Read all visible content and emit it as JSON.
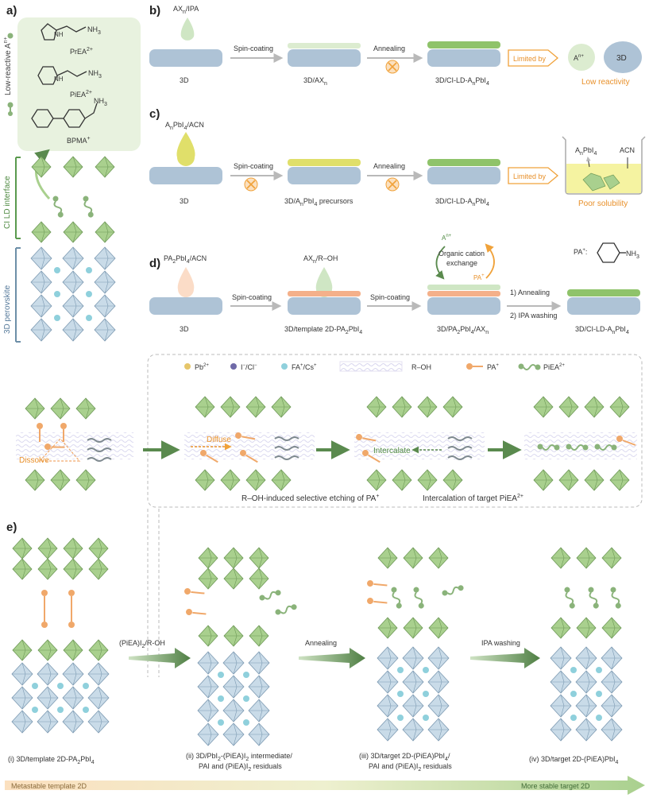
{
  "panels": {
    "a": "a)",
    "b": "b)",
    "c": "c)",
    "d": "d)",
    "e": "e)"
  },
  "panel_a": {
    "vertical_label": "Low-reactive A",
    "vertical_label_sup": "n+",
    "cations": [
      {
        "name": "PrEA",
        "sup": "2+"
      },
      {
        "name": "PiEA",
        "sup": "2+"
      },
      {
        "name": "BPMA",
        "sup": "+"
      }
    ],
    "amine_label": "NH",
    "amine_sub": "3",
    "ring_n": "NH",
    "interface_label": "CI LD interface",
    "perovskite_label": "3D perovskite"
  },
  "panel_b": {
    "precursor": "AX",
    "precursor_sub": "n",
    "precursor_tail": "/IPA",
    "step1": "Spin-coating",
    "step2": "Annealing",
    "film1": "3D",
    "film2": "3D/AX",
    "film2_sub": "n",
    "film3": "3D/CI-LD-A",
    "film3_sub": "n",
    "film3_tail": "PbI",
    "film3_sub2": "4",
    "limited_by": "Limited by",
    "bubble_a": "A",
    "bubble_a_sup": "n+",
    "bubble_3d": "3D",
    "result": "Low reactivity"
  },
  "panel_c": {
    "precursor": "A",
    "precursor_sub": "n",
    "precursor_mid": "PbI",
    "precursor_sub2": "4",
    "precursor_tail": "/ACN",
    "step1": "Spin-coating",
    "step2": "Annealing",
    "film1": "3D",
    "film2": "3D/A",
    "film2_sub": "n",
    "film2_mid": "PbI",
    "film2_sub2": "4",
    "film2_tail": " precursors",
    "film3": "3D/CI-LD-A",
    "film3_sub": "n",
    "film3_tail": "PbI",
    "film3_sub2": "4",
    "limited_by": "Limited by",
    "beaker_label1": "A",
    "beaker_label1_sub": "n",
    "beaker_label1_tail": "PbI",
    "beaker_label1_sub2": "4",
    "beaker_label2": "ACN",
    "result": "Poor solubility"
  },
  "panel_d": {
    "precursor1": "PA",
    "precursor1_sub": "2",
    "precursor1_mid": "PbI",
    "precursor1_sub2": "4",
    "precursor1_tail": "/ACN",
    "precursor2": "AX",
    "precursor2_sub": "n",
    "precursor2_tail": "/R–OH",
    "step1": "Spin-coating",
    "step2": "Spin-coating",
    "step3a": "1) Annealing",
    "step3b": "2) IPA washing",
    "exchange1": "Organic cation",
    "exchange2": "exchange",
    "exchange_a": "A",
    "exchange_a_sup": "n+",
    "exchange_pa": "PA",
    "exchange_pa_sup": "+",
    "pa_label": "PA",
    "pa_label_sup": "+",
    "pa_colon": ":",
    "film1": "3D",
    "film2": "3D/template 2D-PA",
    "film2_sub": "2",
    "film2_tail": "PbI",
    "film2_sub2": "4",
    "film3": "3D/PA",
    "film3_sub": "2",
    "film3_mid": "PbI",
    "film3_sub2": "4",
    "film3_tail": "/AX",
    "film3_sub3": "n",
    "film4": "3D/CI-LD-A",
    "film4_sub": "n",
    "film4_tail": "PbI",
    "film4_sub2": "4"
  },
  "legend": [
    {
      "label": "Pb",
      "sup": "2+",
      "color": "#e6c66a"
    },
    {
      "label": "I",
      "sup": "−",
      "tail": "/Cl",
      "sup2": "−",
      "color": "#6f6aa8"
    },
    {
      "label": "FA",
      "sup": "+",
      "tail": "/Cs",
      "sup2": "+",
      "color": "#8fd0dc"
    },
    {
      "label": "R–OH"
    },
    {
      "label": "PA",
      "sup": "+"
    },
    {
      "label": "PiEA",
      "sup": "2+"
    }
  ],
  "mechanism": {
    "dissolve": "Dissolve",
    "diffuse": "Diffuse",
    "intercalate": "Intercalate",
    "caption_left": "R–OH-induced selective etching of PA",
    "caption_left_sup": "+",
    "caption_right": "Intercalation of target PiEA",
    "caption_right_sup": "2+"
  },
  "panel_e": {
    "arrow1": "(PiEA)I",
    "arrow1_sub": "2",
    "arrow1_tail": "/R-OH",
    "arrow2": "Annealing",
    "arrow3": "IPA washing",
    "stages": [
      {
        "l1": "(i) 3D/template 2D-PA",
        "l1_sub": "2",
        "l1_tail": "PbI",
        "l1_sub2": "4"
      },
      {
        "l1": "(ii) 3D/PbI",
        "l1_sub": "2",
        "l1_tail": "-(PiEA)I",
        "l1_sub2": "2",
        "l1_end": " intermediate/",
        "l2": "PAI and (PiEA)I",
        "l2_sub": "2",
        "l2_tail": " residuals"
      },
      {
        "l1": "(iii) 3D/target 2D-(PiEA)PbI",
        "l1_sub": "4",
        "l1_end": "/",
        "l2": "PAI and (PiEA)I",
        "l2_sub": "2",
        "l2_tail": " residuals"
      },
      {
        "l1": "(iv) 3D/target 2D-(PiEA)PbI",
        "l1_sub": "4"
      }
    ],
    "gradient_left": "Metastable template 2D",
    "gradient_right": "More stable target 2D"
  },
  "colors": {
    "film": "#aec3d6",
    "green_layer": "#8fc36a",
    "orange": "#f0a23a",
    "orange_text": "#e8902a",
    "green_arrow": "#5a8a4e",
    "gray_arrow": "#b9b9b9",
    "octa_green": "#a9d08e",
    "octa_blue": "#c9dbe8"
  }
}
